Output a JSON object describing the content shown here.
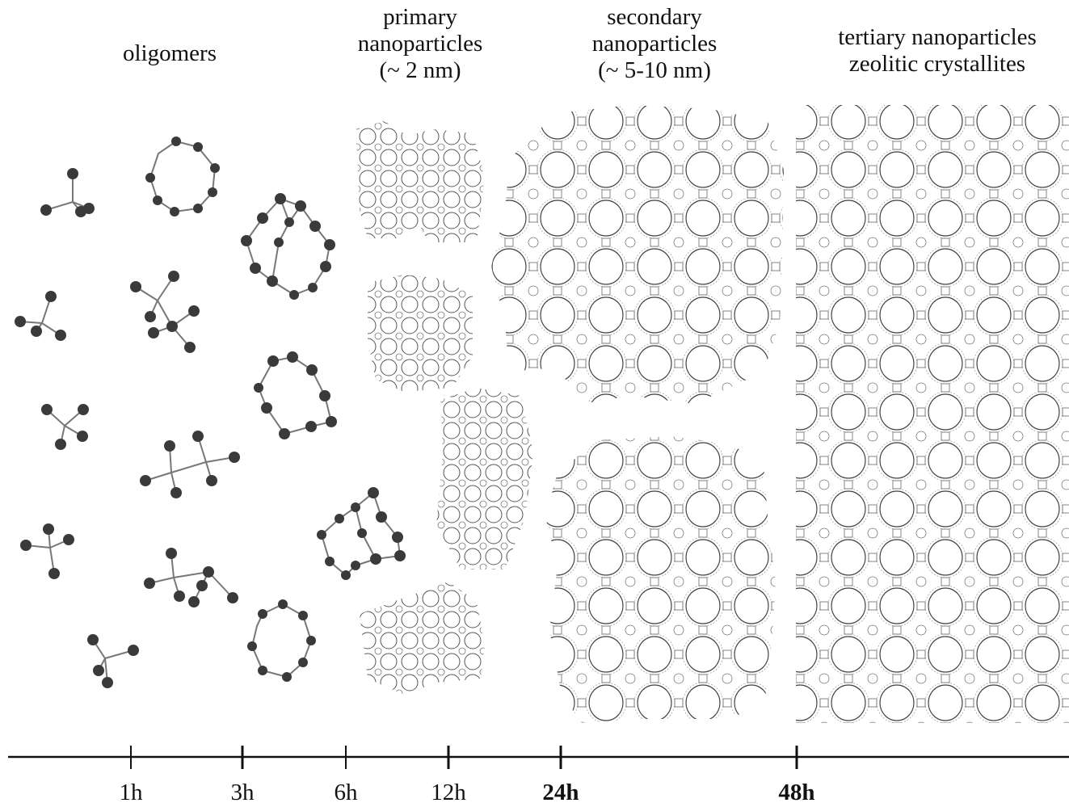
{
  "stages": [
    {
      "id": "oligomers",
      "lines": [
        "oligomers"
      ]
    },
    {
      "id": "primary",
      "lines": [
        "primary",
        "nanoparticles",
        "(~ 2 nm)"
      ]
    },
    {
      "id": "secondary",
      "lines": [
        "secondary",
        "nanoparticles",
        "(~ 5-10 nm)"
      ]
    },
    {
      "id": "tertiary",
      "lines": [
        "tertiary nanoparticles",
        "zeolitic crystallites"
      ]
    }
  ],
  "timeline": {
    "ticks": [
      "1h",
      "3h",
      "6h",
      "12h",
      "24h",
      "48h"
    ]
  },
  "colors": {
    "atom": "#3a3a3a",
    "bond": "#777777",
    "lattice": "#555555",
    "axis": "#111111"
  }
}
